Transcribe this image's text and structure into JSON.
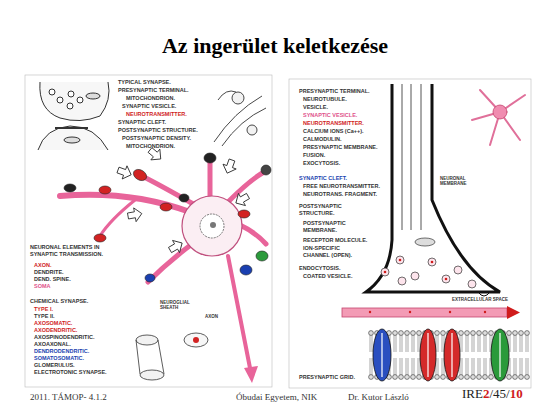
{
  "diagram": {
    "title": "Az ingerület keletkezése",
    "labels": [
      "TYPICAL SYNAPSE.",
      "PRESYNAPTIC TERMINAL.",
      "MITOCHONDRION.",
      "SYNAPTIC VESICLE.",
      "NEUROTRANSMITTER.",
      "SYNAPTIC CLEFT.",
      "POSTSYNAPTIC STRUCTURE.",
      "POSTSYNAPTIC DENSITY.",
      "MITOCHONDRION.",
      "NEURONAL ELEMENTS IN SYNAPTIC TRANSMISSION.",
      "AXON.",
      "DENDRITE.",
      "DEND. SPINE.",
      "SOMA",
      "CHEMICAL SYNAPSE.",
      "TYPE I.",
      "TYPE II.",
      "AXOSOMATIC.",
      "AXODENDRITIC.",
      "AXOSPINODENDRITIC.",
      "AXOAXONAL.",
      "DENDRODENDRITIC.",
      "SOMATOSOMATIC.",
      "GLOMERULUS.",
      "ELECTROTONIC SYNAPSE.",
      "NEUROGLIAL SHEATH",
      "AXON",
      "PRESYNAPTIC TERMINAL.",
      "NEUROTUBULE.",
      "VESICLE.",
      "SYNAPTIC VESICLE.",
      "NEUROTRANSMITTER.",
      "CALCIUM IONS (Ca++).",
      "CALMODULIN.",
      "PRESYNAPTIC MEMBRANE.",
      "FUSION.",
      "EXOCYTOSIS.",
      "SYNAPTIC CLEFT.",
      "FREE NEUROTRANSMITTER.",
      "NEUROTRANS. FRAGMENT.",
      "POSTSYNAPTIC STRUCTURE.",
      "POSTSYNAPTIC MEMBRANE.",
      "RECEPTOR MOLECULE.",
      "ION-SPECIFIC CHANNEL (OPEN).",
      "ENDOCYTOSIS.",
      "COATED VESICLE.",
      "PRESYNAPTIC GRID.",
      "NEURONAL MEMBRANE",
      "EXTRACELLULAR SPACE",
      "2011. TÁMOP- 4.1.2",
      "Óbudai Egyetem, NIK",
      "Dr. Kutor László",
      "IRE",
      "2",
      "/45/",
      "10"
    ]
  }
}
